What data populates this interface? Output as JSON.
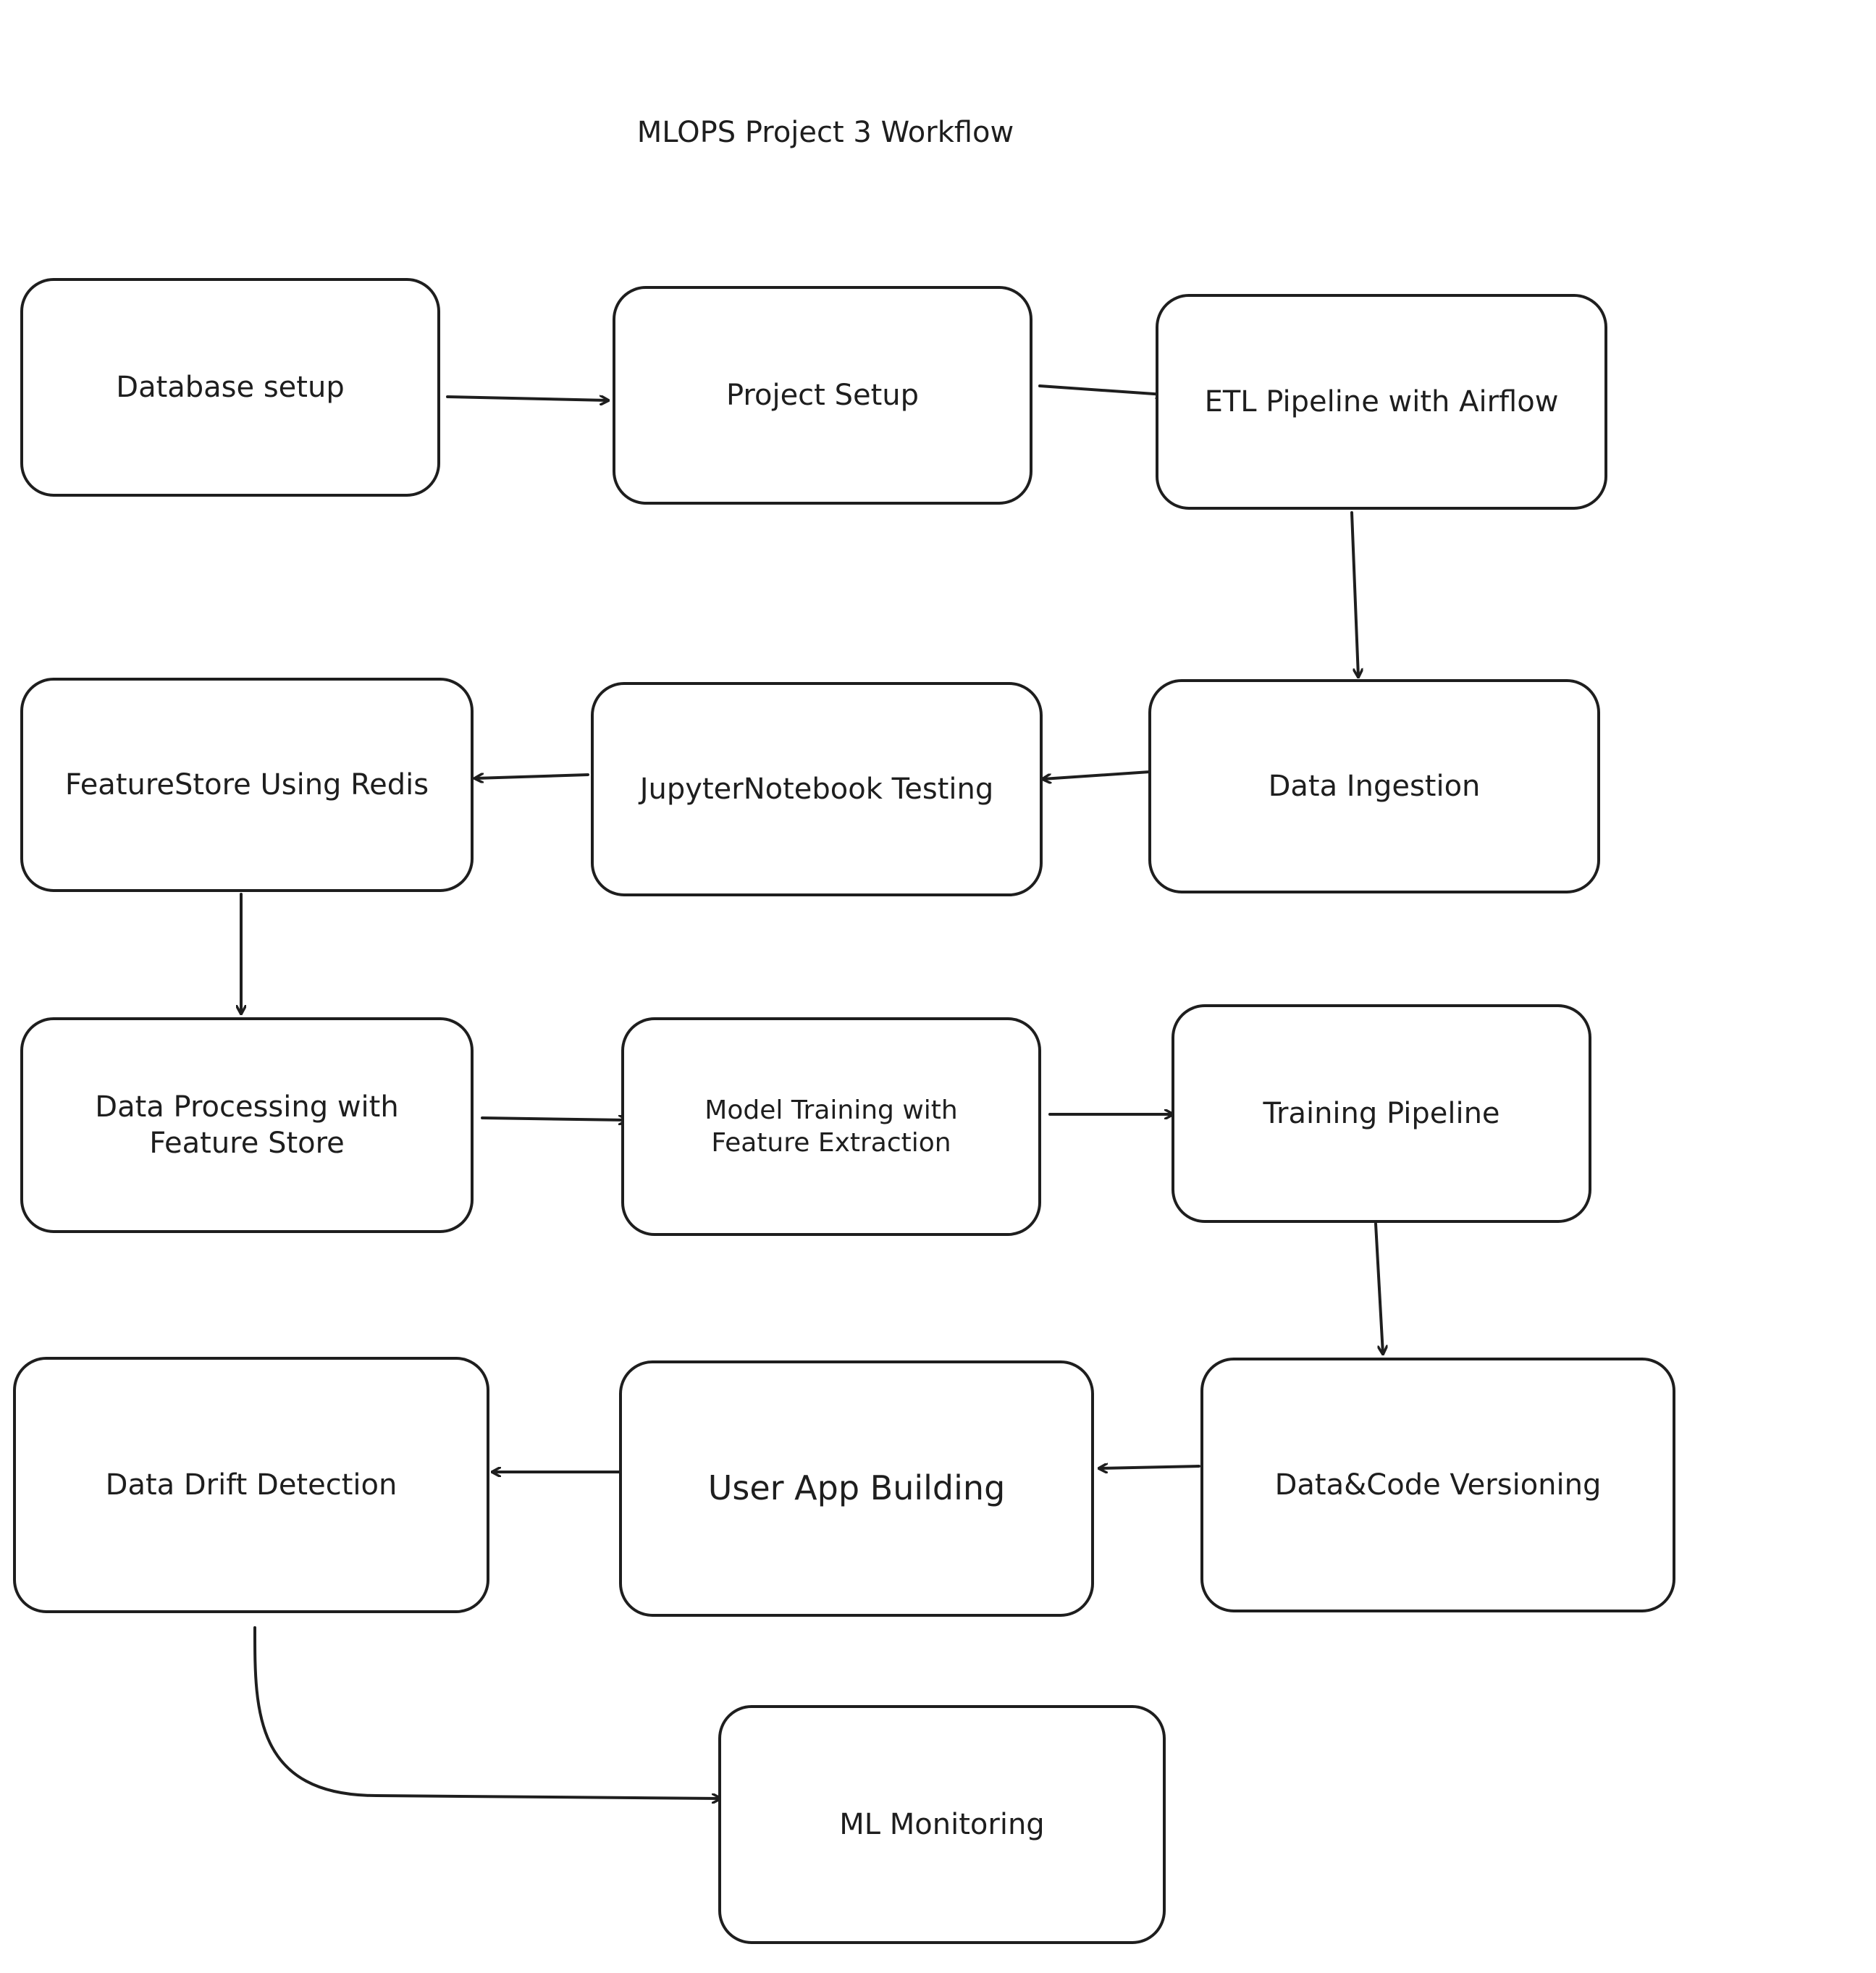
{
  "diagram": {
    "title": "MLOPS Project 3 Workflow",
    "nodes": [
      {
        "id": "database-setup",
        "label": "Database setup"
      },
      {
        "id": "project-setup",
        "label": "Project Setup"
      },
      {
        "id": "etl-pipeline",
        "label": "ETL Pipeline with Airflow"
      },
      {
        "id": "data-ingestion",
        "label": "Data Ingestion"
      },
      {
        "id": "jupyter-testing",
        "label": "JupyterNotebook Testing"
      },
      {
        "id": "featurestore-redis",
        "label": "FeatureStore Using Redis"
      },
      {
        "id": "data-processing",
        "label": "Data Processing with Feature Store"
      },
      {
        "id": "model-training",
        "label": "Model Training with Feature Extraction"
      },
      {
        "id": "training-pipeline",
        "label": "Training Pipeline"
      },
      {
        "id": "data-code-versioning",
        "label": "Data&Code Versioning"
      },
      {
        "id": "user-app",
        "label": "User App Building"
      },
      {
        "id": "data-drift",
        "label": "Data Drift Detection"
      },
      {
        "id": "ml-monitoring",
        "label": "ML Monitoring"
      }
    ],
    "edges": [
      {
        "from": "database-setup",
        "to": "project-setup"
      },
      {
        "from": "project-setup",
        "to": "etl-pipeline"
      },
      {
        "from": "etl-pipeline",
        "to": "data-ingestion"
      },
      {
        "from": "data-ingestion",
        "to": "jupyter-testing"
      },
      {
        "from": "jupyter-testing",
        "to": "featurestore-redis"
      },
      {
        "from": "featurestore-redis",
        "to": "data-processing"
      },
      {
        "from": "data-processing",
        "to": "model-training"
      },
      {
        "from": "model-training",
        "to": "training-pipeline"
      },
      {
        "from": "training-pipeline",
        "to": "data-code-versioning"
      },
      {
        "from": "data-code-versioning",
        "to": "user-app"
      },
      {
        "from": "user-app",
        "to": "data-drift"
      },
      {
        "from": "data-drift",
        "to": "ml-monitoring"
      }
    ],
    "colors": {
      "stroke": "#1e1e1e",
      "fill": "#ffffff",
      "background": "#ffffff"
    }
  }
}
